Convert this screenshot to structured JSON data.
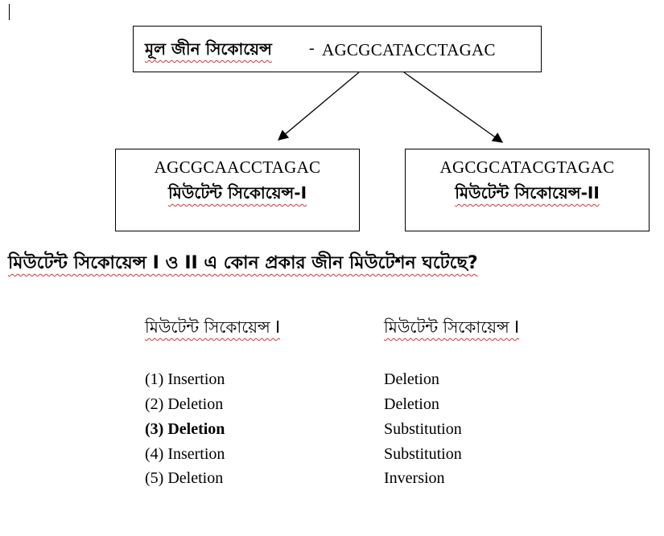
{
  "original": {
    "label": "মূল জীন সিকোয়েন্স",
    "separator": "-",
    "sequence": "AGCGCATACCTAGAC"
  },
  "mutant_1": {
    "sequence": "AGCGCAACCTAGAC",
    "label": "মিউটেন্ট সিকোয়েন্স-I"
  },
  "mutant_2": {
    "sequence": "AGCGCATACGTAGAC",
    "label": "মিউটেন্ট সিকোয়েন্স-II"
  },
  "question": "মিউটেন্ট সিকোয়েন্স I ও II এ কোন প্রকার জীন মিউটেশন ঘটেছে?",
  "columns": {
    "left_header": "মিউটেন্ট সিকোয়েন্স I",
    "right_header": "মিউটেন্ট সিকোয়েন্স I"
  },
  "options": [
    {
      "left": "(1) Insertion",
      "right": "Deletion",
      "bold": false
    },
    {
      "left": "(2) Deletion",
      "right": "Deletion",
      "bold": false
    },
    {
      "left": "(3) Deletion",
      "right": "Substitution",
      "bold": true
    },
    {
      "left": "(4) Insertion",
      "right": "Substitution",
      "bold": false
    },
    {
      "left": "(5) Deletion",
      "right": "Inversion",
      "bold": false
    }
  ]
}
